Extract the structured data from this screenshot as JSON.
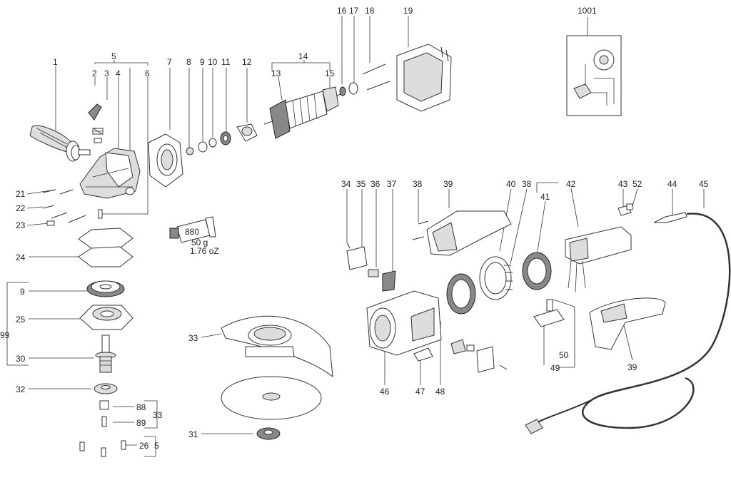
{
  "callouts": [
    {
      "id": "c1",
      "text": "1"
    },
    {
      "id": "c2",
      "text": "2"
    },
    {
      "id": "c3",
      "text": "3"
    },
    {
      "id": "c4",
      "text": "4"
    },
    {
      "id": "c5",
      "text": "5"
    },
    {
      "id": "c6",
      "text": "6"
    },
    {
      "id": "c7",
      "text": "7"
    },
    {
      "id": "c8",
      "text": "8"
    },
    {
      "id": "c9",
      "text": "9"
    },
    {
      "id": "c10",
      "text": "10"
    },
    {
      "id": "c11",
      "text": "11"
    },
    {
      "id": "c12",
      "text": "12"
    },
    {
      "id": "c13",
      "text": "13"
    },
    {
      "id": "c14",
      "text": "14"
    },
    {
      "id": "c15",
      "text": "15"
    },
    {
      "id": "c16",
      "text": "16"
    },
    {
      "id": "c17",
      "text": "17"
    },
    {
      "id": "c18",
      "text": "18"
    },
    {
      "id": "c19",
      "text": "19"
    },
    {
      "id": "c1001",
      "text": "1001"
    },
    {
      "id": "c21",
      "text": "21"
    },
    {
      "id": "c22",
      "text": "22"
    },
    {
      "id": "c23",
      "text": "23"
    },
    {
      "id": "c24",
      "text": "24"
    },
    {
      "id": "c9b",
      "text": "9"
    },
    {
      "id": "c25",
      "text": "25"
    },
    {
      "id": "c99",
      "text": "99"
    },
    {
      "id": "c30",
      "text": "30"
    },
    {
      "id": "c32",
      "text": "32"
    },
    {
      "id": "c88",
      "text": "88"
    },
    {
      "id": "c33a",
      "text": "33"
    },
    {
      "id": "c89",
      "text": "89"
    },
    {
      "id": "c26",
      "text": "26"
    },
    {
      "id": "c5b",
      "text": "5"
    },
    {
      "id": "c31",
      "text": "31"
    },
    {
      "id": "c33",
      "text": "33"
    },
    {
      "id": "c34",
      "text": "34"
    },
    {
      "id": "c35",
      "text": "35"
    },
    {
      "id": "c36",
      "text": "36"
    },
    {
      "id": "c37",
      "text": "37"
    },
    {
      "id": "c38",
      "text": "38"
    },
    {
      "id": "c39",
      "text": "39"
    },
    {
      "id": "c40",
      "text": "40"
    },
    {
      "id": "c38b",
      "text": "38"
    },
    {
      "id": "c41",
      "text": "41"
    },
    {
      "id": "c42",
      "text": "42"
    },
    {
      "id": "c43",
      "text": "43"
    },
    {
      "id": "c52",
      "text": "52"
    },
    {
      "id": "c44",
      "text": "44"
    },
    {
      "id": "c45",
      "text": "45"
    },
    {
      "id": "c46",
      "text": "46"
    },
    {
      "id": "c47",
      "text": "47"
    },
    {
      "id": "c48",
      "text": "48"
    },
    {
      "id": "c50",
      "text": "50"
    },
    {
      "id": "c49",
      "text": "49"
    },
    {
      "id": "c39b",
      "text": "39"
    }
  ],
  "grease": {
    "code": "880",
    "weight_g": "50 g",
    "weight_oz": "1.76 oZ"
  }
}
